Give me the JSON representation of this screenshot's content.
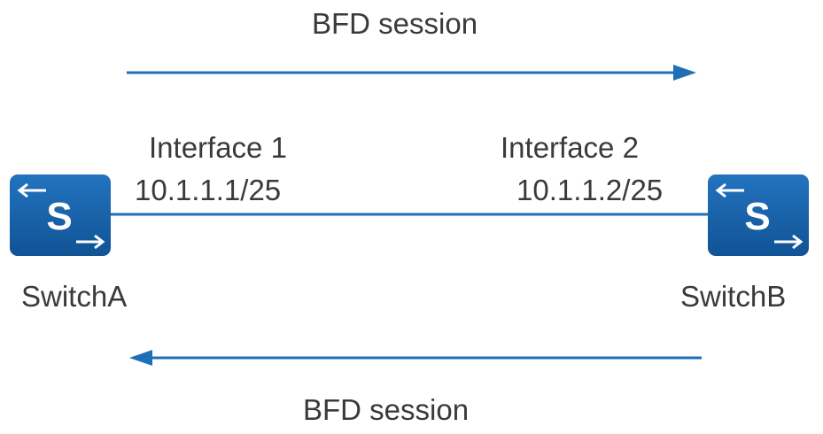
{
  "diagram": {
    "session_top": {
      "label": "BFD session",
      "direction": "A-to-B"
    },
    "session_bottom": {
      "label": "BFD session",
      "direction": "B-to-A"
    },
    "switch_a": {
      "name": "SwitchA",
      "icon": "switch-icon",
      "interface": {
        "name": "Interface 1",
        "address": "10.1.1.1/25"
      }
    },
    "switch_b": {
      "name": "SwitchB",
      "icon": "switch-icon",
      "interface": {
        "name": "Interface 2",
        "address": "10.1.1.2/25"
      }
    },
    "link": {
      "type": "point-to-point"
    },
    "icon_glyph": "S",
    "colors": {
      "arrow": "#1f6fb8",
      "link": "#1f6fb8",
      "switch_fill": "#1a67b0",
      "switch_fill_dark": "#0f4f8e",
      "icon_fg": "#ffffff",
      "text": "#3a3a3a"
    }
  }
}
